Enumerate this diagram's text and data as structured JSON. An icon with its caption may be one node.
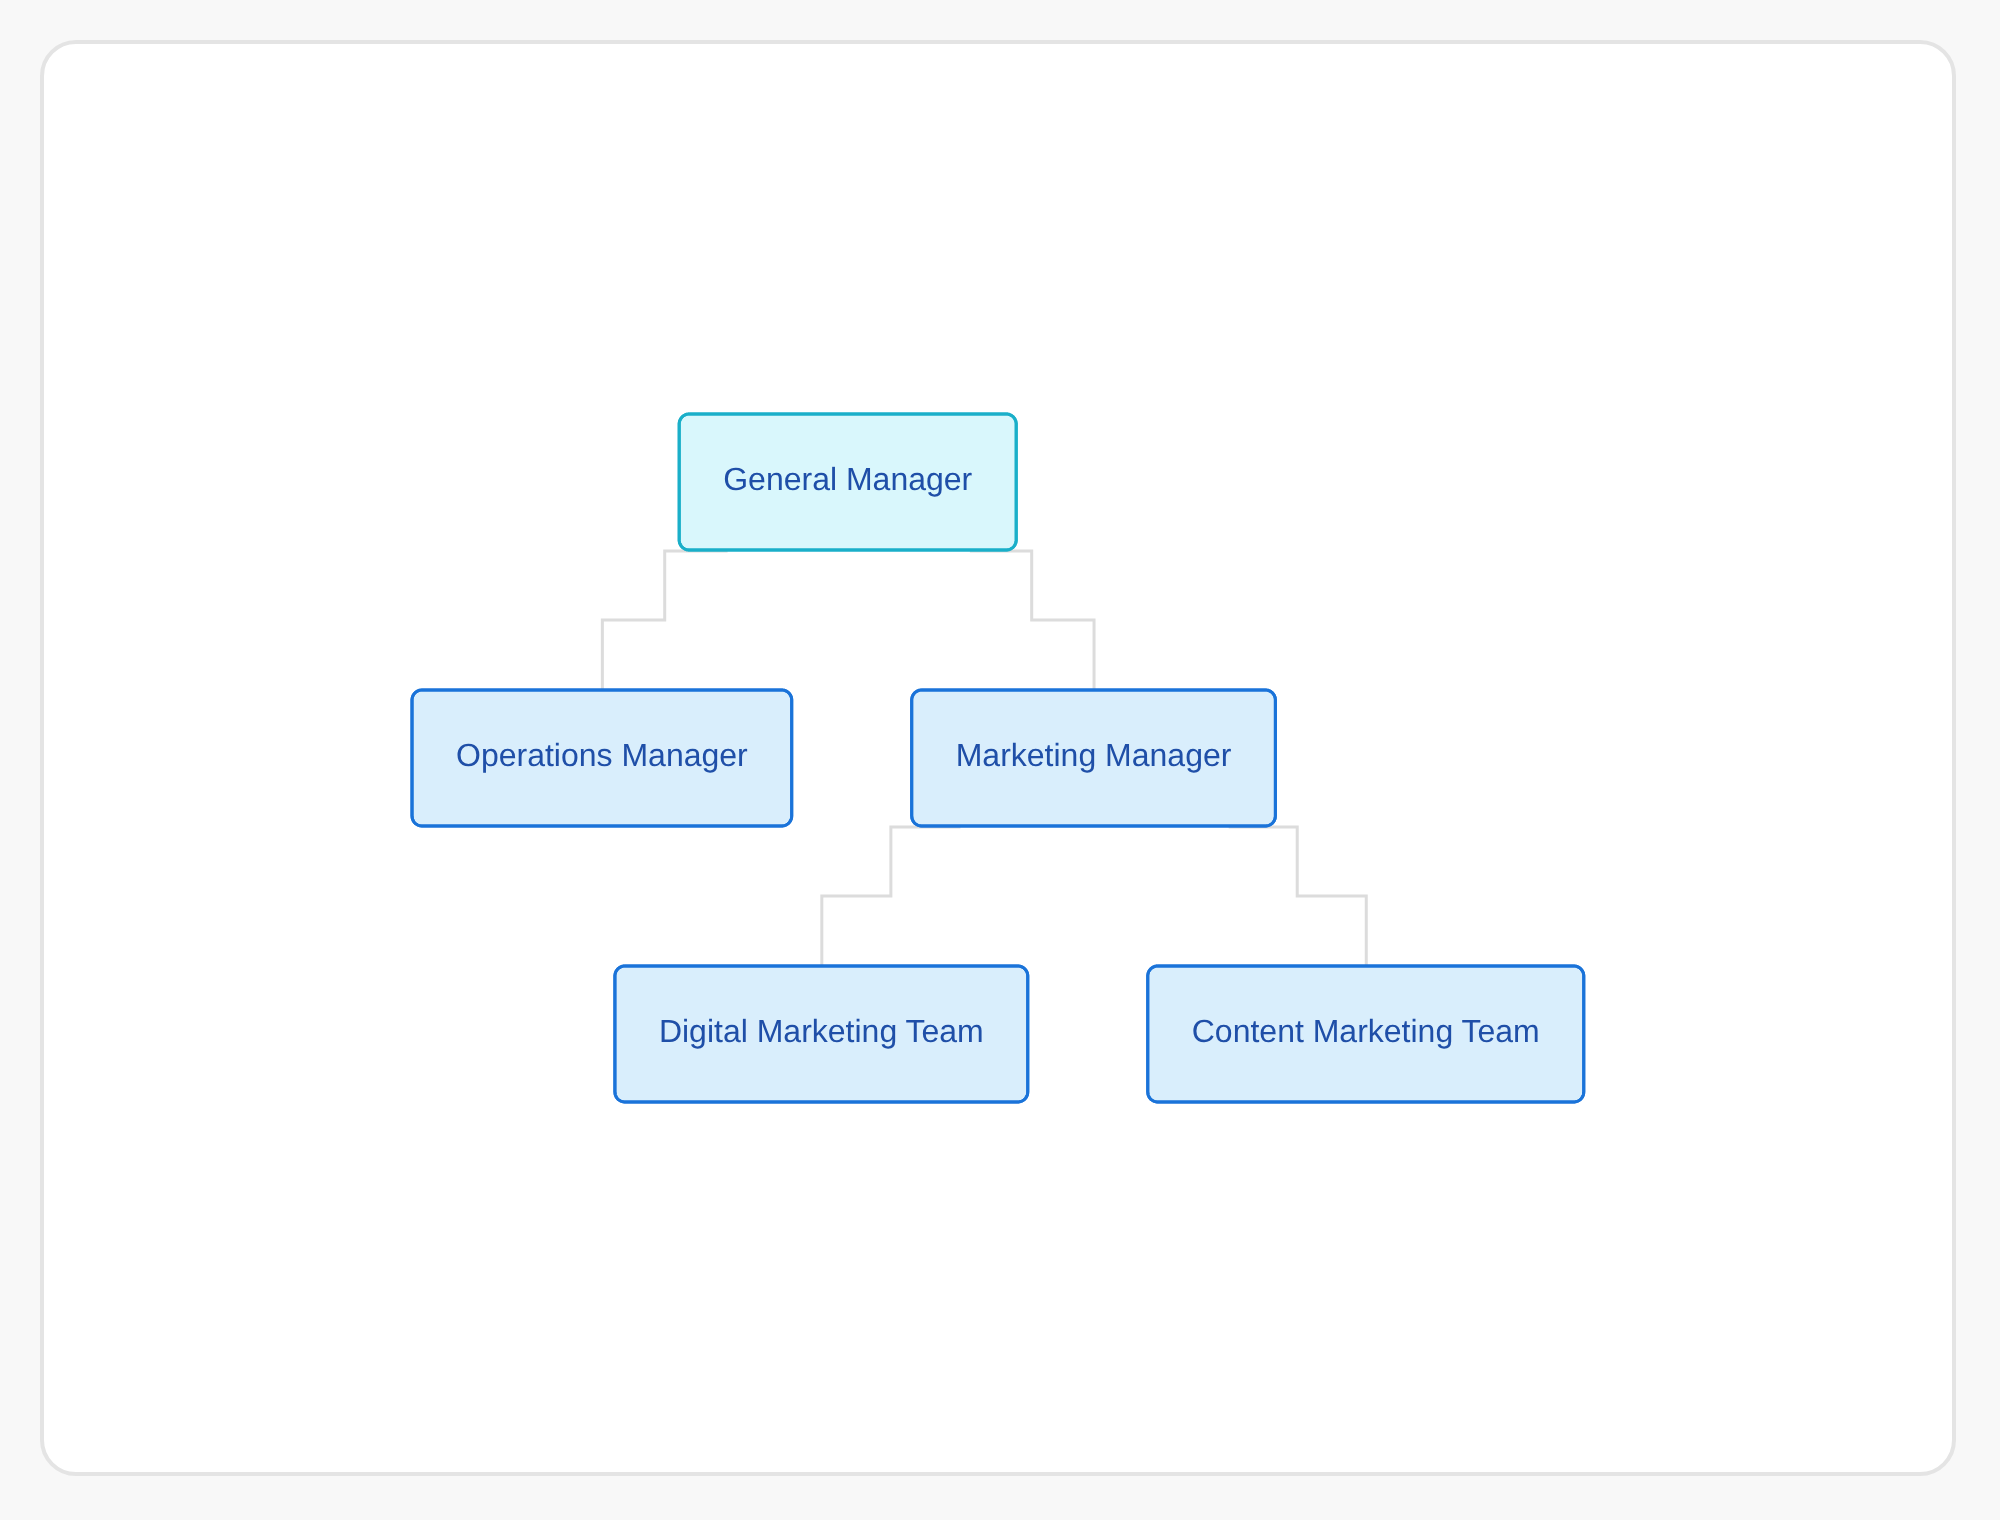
{
  "diagram": {
    "nodes": [
      {
        "text": [
          "General Manager"
        ]
      },
      {
        "text": [
          "Operations Manager"
        ]
      },
      {
        "text": [
          "Marketing Manager"
        ]
      },
      {
        "text": [
          "Digital Marketing Team"
        ]
      },
      {
        "text": [
          "Content Marketing Team"
        ]
      }
    ],
    "edges": [
      {
        "from": 0,
        "to": 1,
        "arrow": "none"
      },
      {
        "from": 0,
        "to": 2,
        "arrow": "none"
      },
      {
        "from": 2,
        "to": 3,
        "arrow": "none"
      },
      {
        "from": 2,
        "to": 4,
        "arrow": "none"
      }
    ]
  }
}
